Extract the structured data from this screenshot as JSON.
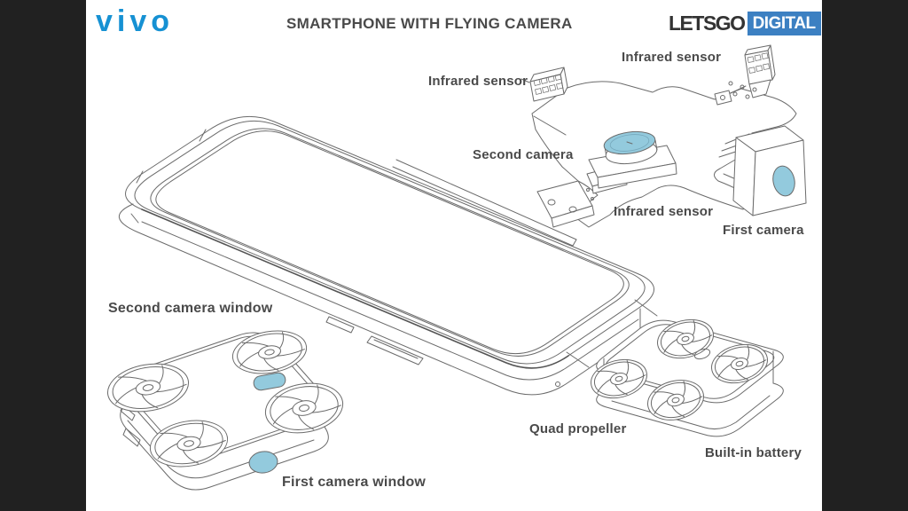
{
  "header": {
    "brand_logo": "vivo",
    "title": "SMARTPHONE WITH FLYING CAMERA",
    "publisher_logo": {
      "left": "LETSGO",
      "right": "DIGITAL"
    }
  },
  "labels": {
    "infrared_sensor_top": "Infrared sensor",
    "infrared_sensor_left": "Infrared sensor",
    "infrared_sensor_bottom": "Infrared sensor",
    "second_camera": "Second camera",
    "first_camera": "First camera",
    "second_camera_window": "Second camera window",
    "first_camera_window": "First camera window",
    "quad_propeller": "Quad propeller",
    "built_in_battery": "Built-in battery"
  },
  "colors": {
    "frame_dark": "#212121",
    "background": "#ffffff",
    "brand_blue": "#1691d3",
    "publisher_blue": "#3c80c2",
    "lens_blue": "#93cadd",
    "line_gray": "#6b6b6b",
    "label_gray": "#4a4a4a"
  }
}
